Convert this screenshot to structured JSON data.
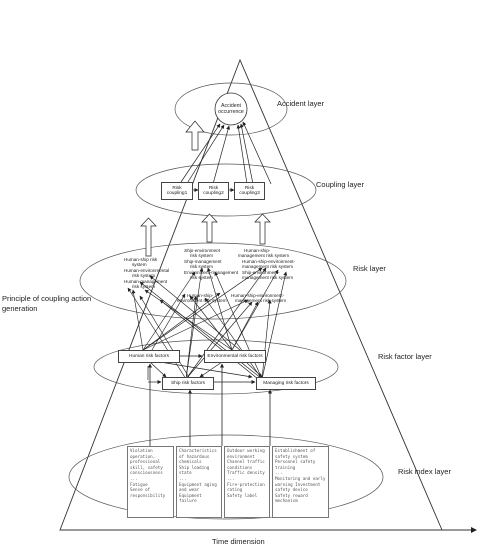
{
  "layers": {
    "accident": "Accident layer",
    "coupling": "Coupling layer",
    "risk": "Risk layer",
    "risk_factor": "Risk factor layer",
    "risk_index": "Risk index layer"
  },
  "side_label": "Principle of coupling action generation",
  "axis_label": "Time dimension",
  "accident_node": "Accident occurrence",
  "couplings": [
    "Risk coupling1",
    "Risk coupling2",
    "Risk coupling3"
  ],
  "risk_systems": {
    "left": [
      "Human-ship risk",
      "system",
      "Human-environmental",
      "risk system",
      "Human-management",
      "risk system"
    ],
    "center": [
      "Ship-environment",
      "risk system",
      "Ship-management",
      "risk system",
      "Environment-management",
      "risk system"
    ],
    "right": [
      "Human-ship-",
      "management risk system",
      "Human-ship-environment-",
      "management risk system",
      "Ship-environment-",
      "management risk system"
    ],
    "lower_left": [
      "Human-ship-",
      "environment risk system"
    ],
    "lower_right": [
      "Human-ship-environment-",
      "management risk system"
    ]
  },
  "factors": {
    "human": "Human risk factors",
    "environmental": "Environmental risk factors",
    "ship": "Ship risk factors",
    "managing": "Managing risk factors"
  },
  "indices": [
    {
      "text": "Violation operation, professional skill, safety consciousness ...\nFatigue\nSense of responsibility"
    },
    {
      "text": "Characteristics of hazardous chemicals\nShip loading state\n...\nEquipment aging and wear\nEquipment failure"
    },
    {
      "text": "Outdoor working environment\nChannel traffic conditions\nTraffic density\n...\nFire-protection rating\nSafety label"
    },
    {
      "text": "Establishment of safety system\nPersonnel safety training\n...\nMonitoring and early warning Investment safety device\nSafety reward mechanism"
    }
  ]
}
